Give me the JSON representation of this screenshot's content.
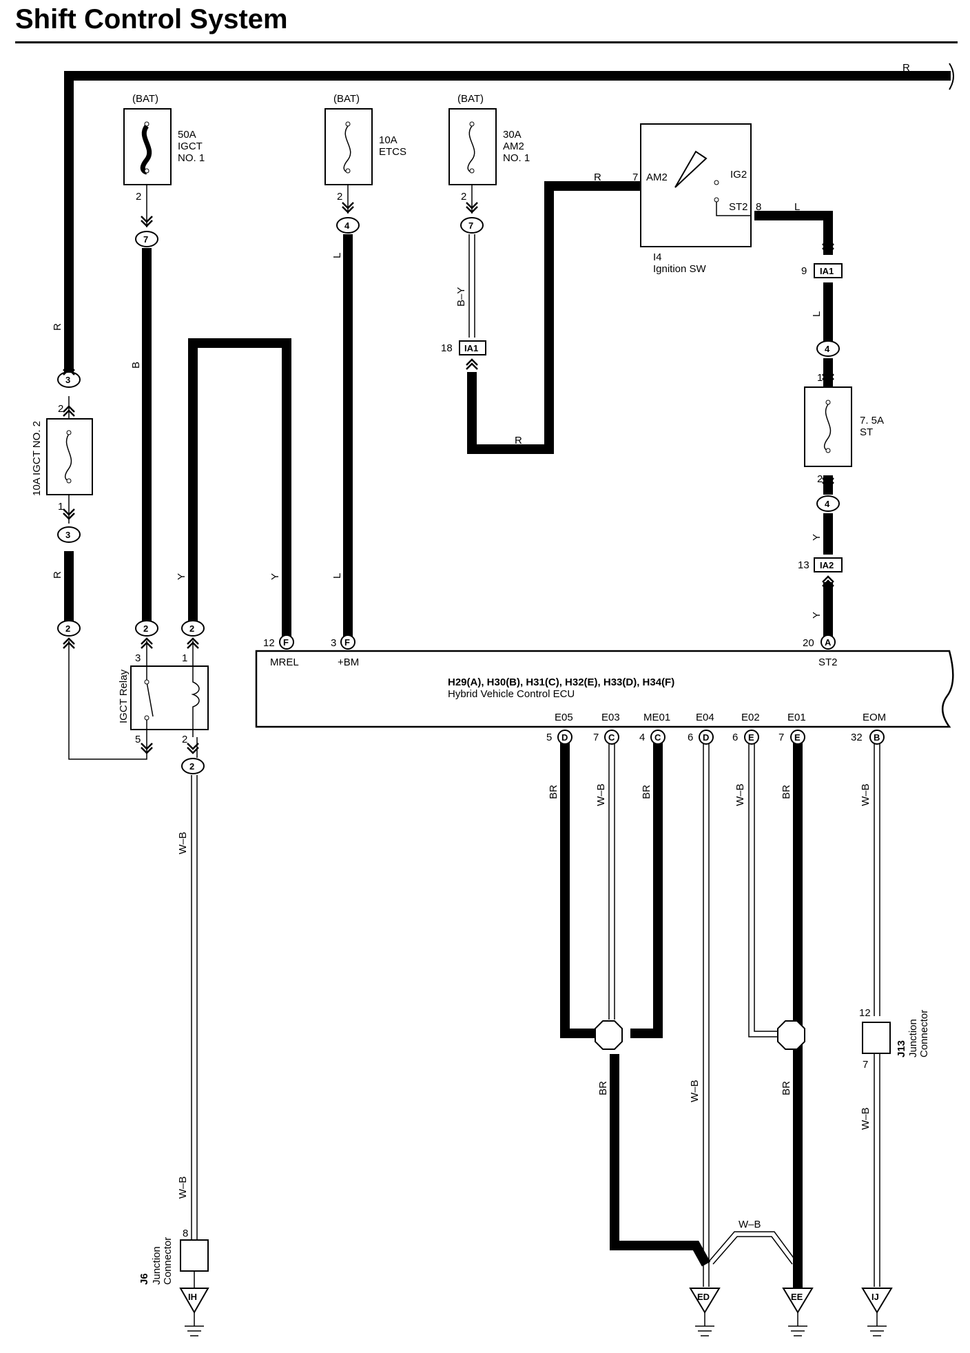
{
  "title": "Shift Control System",
  "wire_colors": {
    "R": "R",
    "B": "B",
    "L": "L",
    "Y": "Y",
    "BY": "B–Y",
    "WB": "W–B",
    "BR": "BR"
  },
  "bat": "(BAT)",
  "fuses": {
    "igct1": {
      "amp": "50A",
      "l1": "IGCT",
      "l2": "NO. 1"
    },
    "etcs": {
      "amp": "10A",
      "l1": "ETCS"
    },
    "am2": {
      "amp": "30A",
      "l1": "AM2",
      "l2": "NO. 1"
    },
    "igct2": {
      "label": "10A IGCT NO. 2"
    },
    "st": {
      "amp": "7. 5A",
      "l1": "ST"
    }
  },
  "ignition": {
    "id": "I4",
    "name": "Ignition SW",
    "am2": "AM2",
    "ig2": "IG2",
    "st2": "ST2"
  },
  "relay": {
    "name": "IGCT Relay"
  },
  "ecu": {
    "connectors": "H29(A), H30(B), H31(C), H32(E), H33(D), H34(F)",
    "name": "Hybrid Vehicle Control ECU",
    "top_pins": [
      "MREL",
      "+BM",
      "ST2"
    ],
    "bottom_pins": [
      "E05",
      "E03",
      "ME01",
      "E04",
      "E02",
      "E01",
      "EOM"
    ]
  },
  "connectors": {
    "ia1": "IA1",
    "ia2": "IA2",
    "A": "A",
    "B": "B",
    "C": "C",
    "D": "D",
    "E": "E",
    "F": "F"
  },
  "pins": {
    "p1": "1",
    "p2": "2",
    "p3": "3",
    "p4": "4",
    "p5": "5",
    "p6": "6",
    "p7": "7",
    "p8": "8",
    "p9": "9",
    "p12": "12",
    "p13": "13",
    "p18": "18",
    "p20": "20",
    "p32": "32"
  },
  "junctions": {
    "j6": {
      "id": "J6",
      "l1": "Junction",
      "l2": "Connector"
    },
    "j13": {
      "id": "J13",
      "l1": "Junction",
      "l2": "Connector"
    }
  },
  "grounds": [
    "IH",
    "ED",
    "EE",
    "IJ"
  ]
}
